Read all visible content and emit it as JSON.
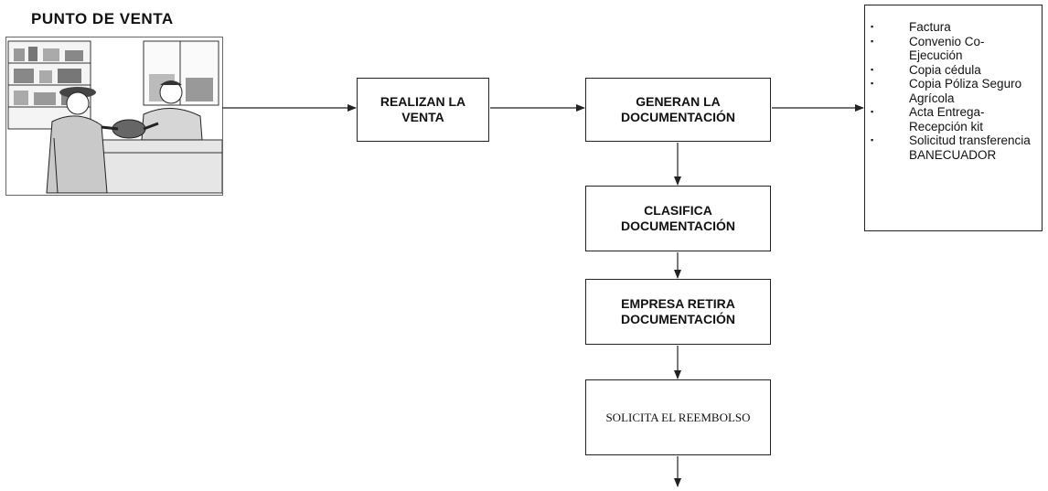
{
  "title": "PUNTO DE VENTA",
  "steps": {
    "realizan": "REALIZAN LA VENTA",
    "generan": "GENERAN LA DOCUMENTACIÓN",
    "clasifica": "CLASIFICA DOCUMENTACIÓN",
    "empresa": "EMPRESA RETIRA DOCUMENTACIÓN",
    "solicita": "SOLICITA EL REEMBOLSO"
  },
  "documents": [
    "Factura",
    "Convenio Co-Ejecución",
    "Copia cédula",
    "Copia Póliza Seguro Agrícola",
    "Acta Entrega-Recepción kit",
    "Solicitud transferencia BANECUADOR"
  ]
}
